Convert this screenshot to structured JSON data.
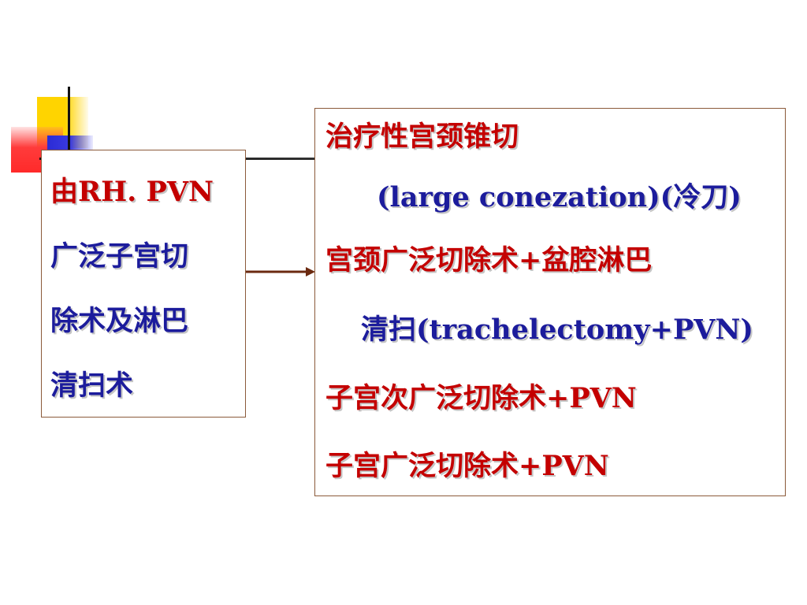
{
  "left_box": {
    "line1_red": "由RH. PVN",
    "line2": "广泛子宫切",
    "line3": "除术及淋巴",
    "line4": "清扫术"
  },
  "right_box": {
    "line1": "治疗性宫颈锥切",
    "line2": "(large conezation)(冷刀)",
    "line3": "宫颈广泛切除术+盆腔淋巴",
    "line4": "清扫(trachelectomy+PVN)",
    "line5": "子宫次广泛切除术+PVN",
    "line6": "子宫广泛切除术+PVN"
  },
  "colors": {
    "red_text": "#c40000",
    "blue_text": "#1c1c9c",
    "border": "#8b5a3a",
    "arrow": "#6b2a10"
  }
}
